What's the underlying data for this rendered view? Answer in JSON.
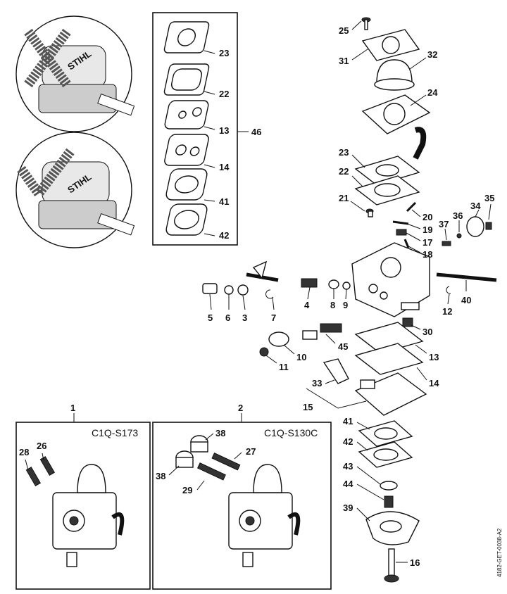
{
  "labels": {
    "l1": "1",
    "l2": "2",
    "l3": "3",
    "l4": "4",
    "l5": "5",
    "l6": "6",
    "l7": "7",
    "l8": "8",
    "l9": "9",
    "l10": "10",
    "l11": "11",
    "l12": "12",
    "l13a": "13",
    "l13b": "13",
    "l14a": "14",
    "l14b": "14",
    "l15": "15",
    "l16": "16",
    "l17": "17",
    "l18": "18",
    "l19": "19",
    "l20": "20",
    "l21": "21",
    "l22a": "22",
    "l22b": "22",
    "l23a": "23",
    "l23b": "23",
    "l24": "24",
    "l25": "25",
    "l26": "26",
    "l27": "27",
    "l28": "28",
    "l29": "29",
    "l30": "30",
    "l31": "31",
    "l32": "32",
    "l33": "33",
    "l34": "34",
    "l35": "35",
    "l36": "36",
    "l37": "37",
    "l38a": "38",
    "l38b": "38",
    "l39": "39",
    "l40": "40",
    "l41a": "41",
    "l41b": "41",
    "l42a": "42",
    "l42b": "42",
    "l43": "43",
    "l44": "44",
    "l45": "45",
    "l46": "46"
  },
  "models": {
    "left": "C1Q-S173",
    "right": "C1Q-S130C"
  },
  "code": "4182-GET-0038-A2",
  "brand": "STIHL"
}
